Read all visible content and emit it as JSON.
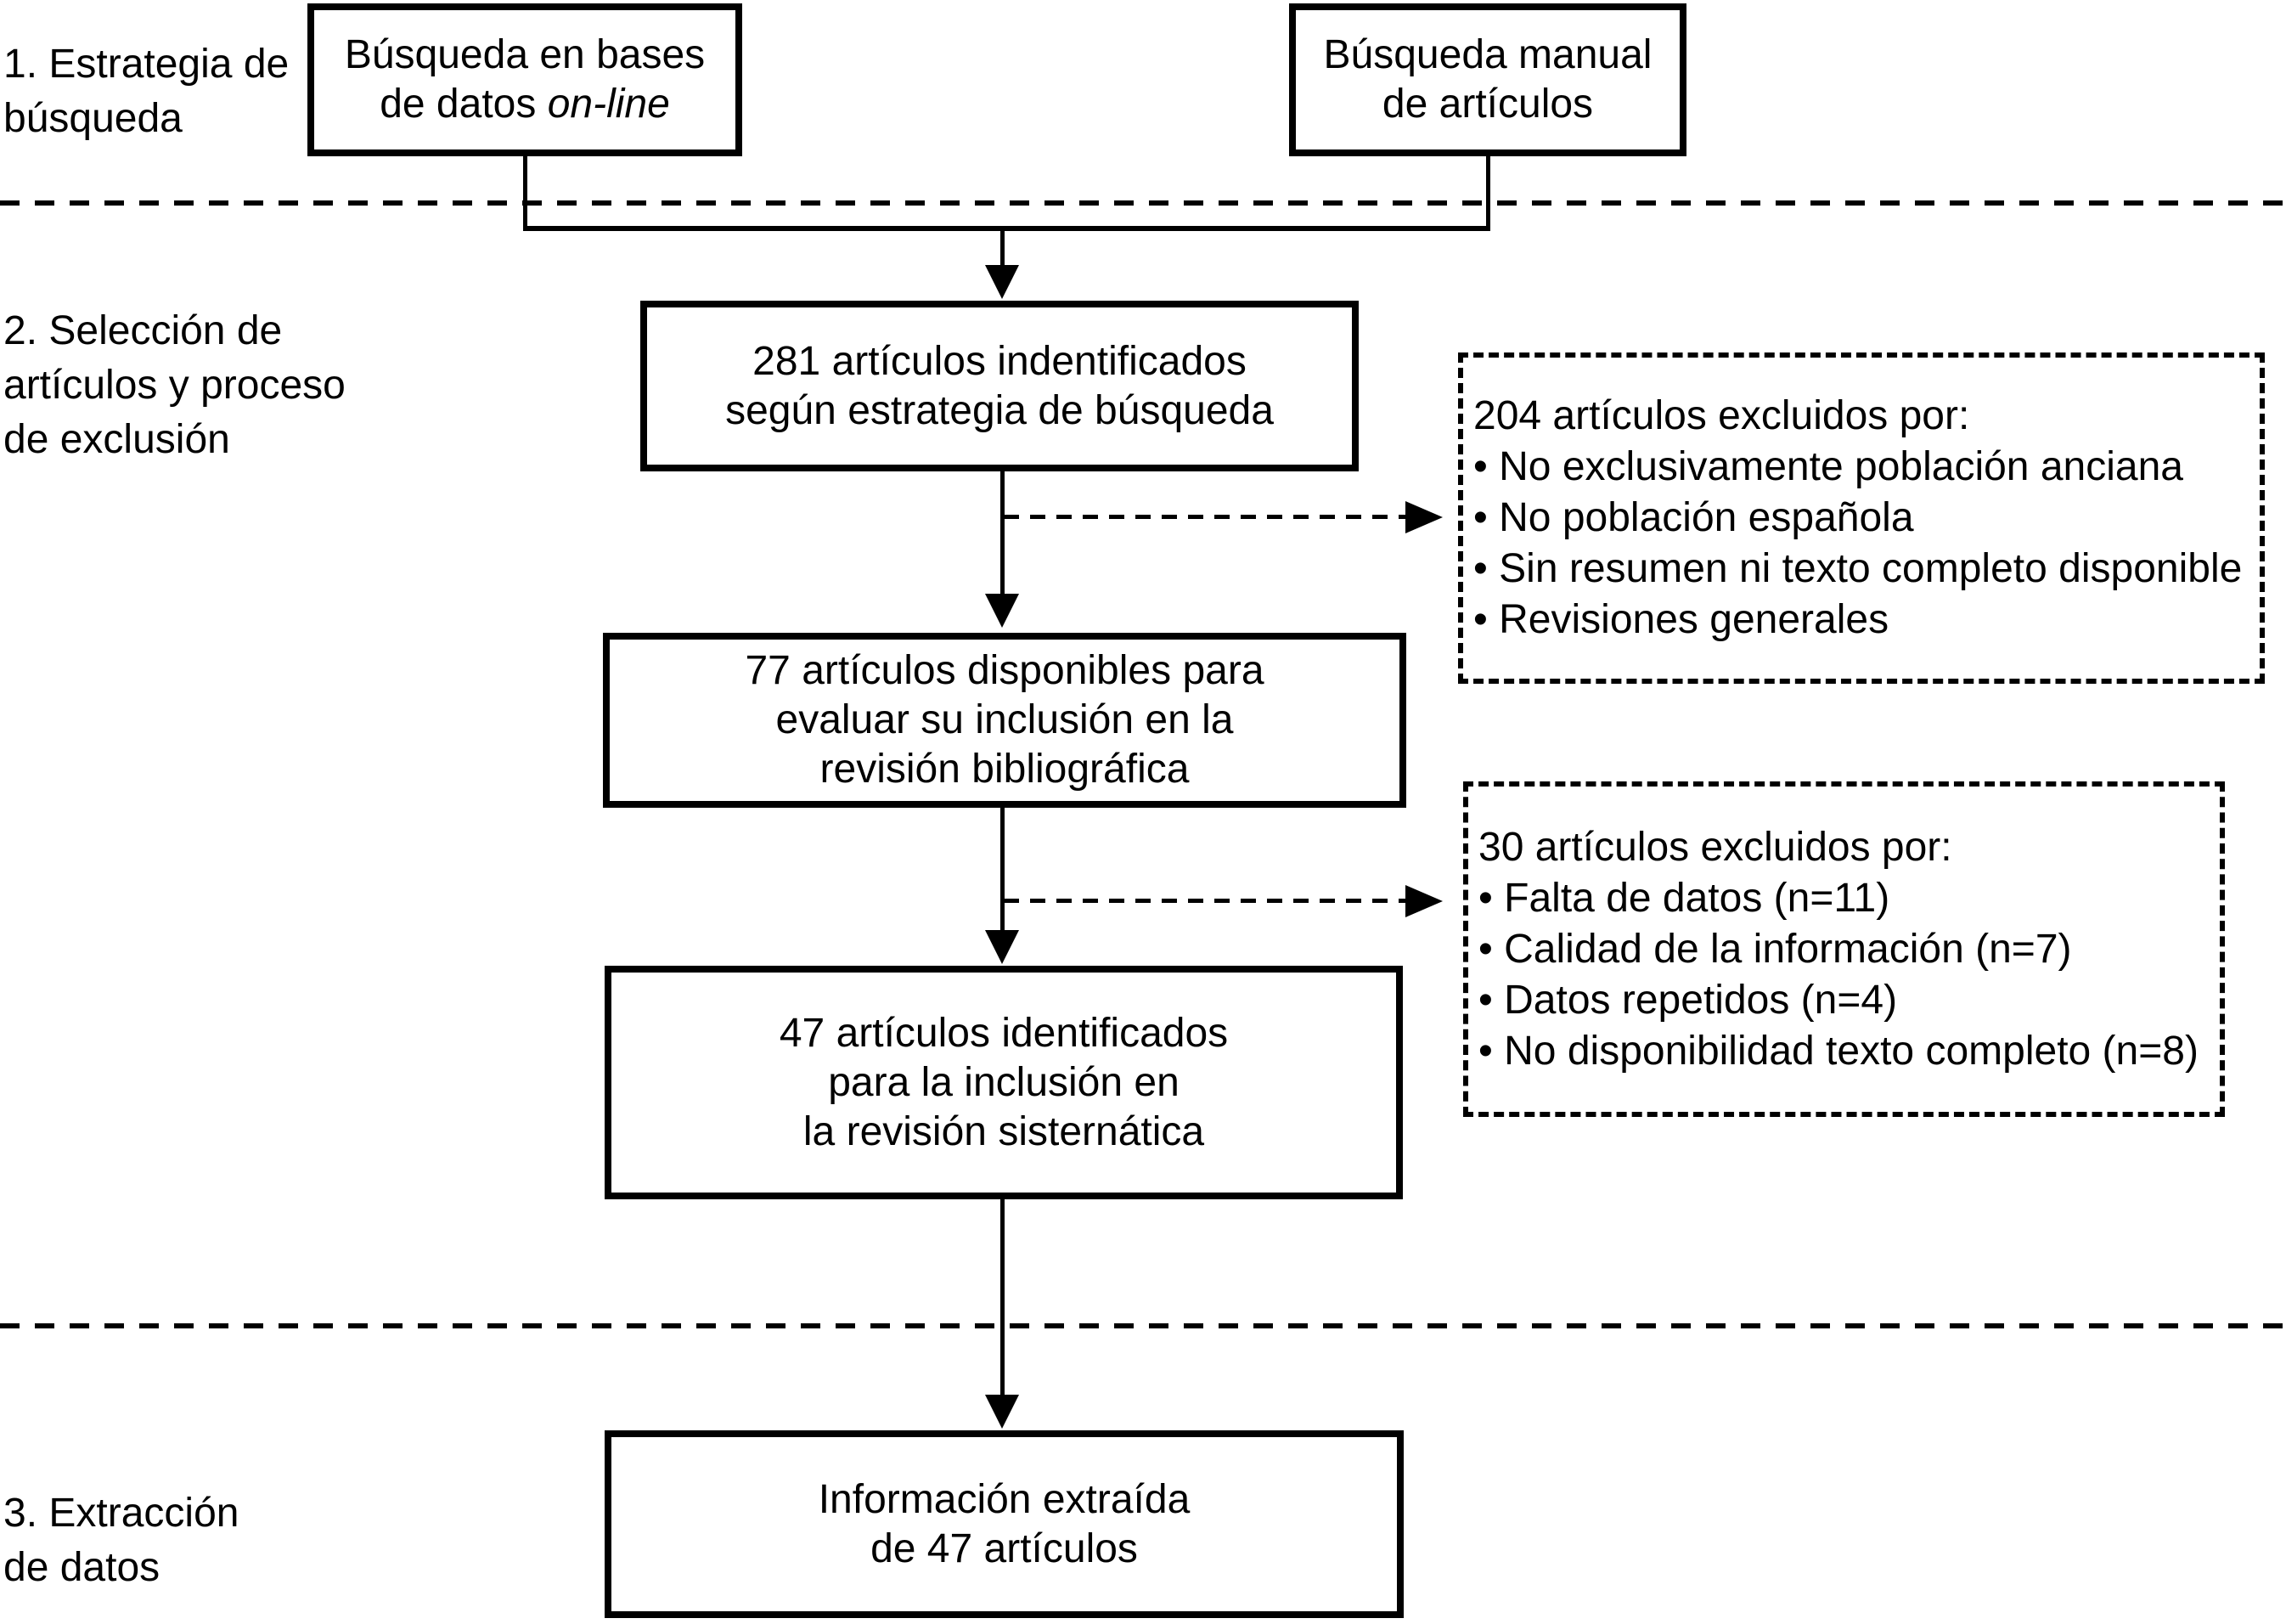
{
  "phase_labels": {
    "step1": [
      "1. Estrategia de",
      "búsqueda"
    ],
    "step2": [
      "2. Selección de",
      "artículos y proceso",
      "de exclusión"
    ],
    "step3": [
      "3. Extracción",
      "de datos"
    ]
  },
  "boxes": {
    "online_search": {
      "line1": "Búsqueda en bases",
      "line2_prefix": "de datos",
      "line2_italic": "on-line"
    },
    "manual_search": [
      "Búsqueda manual",
      "de artículos"
    ],
    "identified": [
      "281 artículos indentificados",
      "según estrategia de búsqueda"
    ],
    "available": [
      "77 artículos disponibles para",
      "evaluar su inclusión en la",
      "revisión bibliográfica"
    ],
    "included": [
      "47 artículos identificados",
      "para la inclusión en",
      "la revisión sisternática"
    ],
    "extracted": [
      "Información extraída",
      "de 47 artículos"
    ]
  },
  "exclusion_boxes": {
    "first": {
      "title": "204 artículos excluidos por:",
      "bullets": [
        "• No exclusivamente población anciana",
        "• No población española",
        "• Sin resumen ni texto completo disponible",
        "• Revisiones generales"
      ]
    },
    "second": {
      "title": "30 artículos excluidos por:",
      "bullets": [
        "• Falta de datos (n=11)",
        "• Calidad de la información (n=7)",
        "• Datos repetidos (n=4)",
        "• No disponibilidad texto completo (n=8)"
      ]
    }
  },
  "colors": {
    "ink": "#000000",
    "paper": "#ffffff"
  }
}
